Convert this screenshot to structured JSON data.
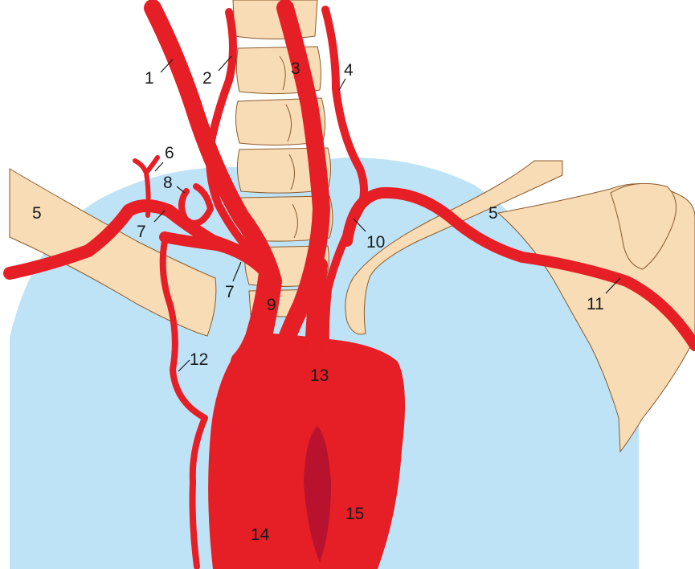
{
  "colors": {
    "background": "#ffffff",
    "pleura_region": "#bfe3f6",
    "artery": "#e51f25",
    "artery_lumen": "#b8122e",
    "bone": "#f8dcb6",
    "bone_outline": "#8a5a2b",
    "label_text": "#1a1a1a"
  },
  "labels": {
    "l1": "1",
    "l2": "2",
    "l3": "3",
    "l4": "4",
    "l5_left": "5",
    "l5_right": "5",
    "l6": "6",
    "l7_upper": "7",
    "l7_lower": "7",
    "l8": "8",
    "l9": "9",
    "l10": "10",
    "l11": "11",
    "l12": "12",
    "l13": "13",
    "l14": "14",
    "l15": "15"
  }
}
